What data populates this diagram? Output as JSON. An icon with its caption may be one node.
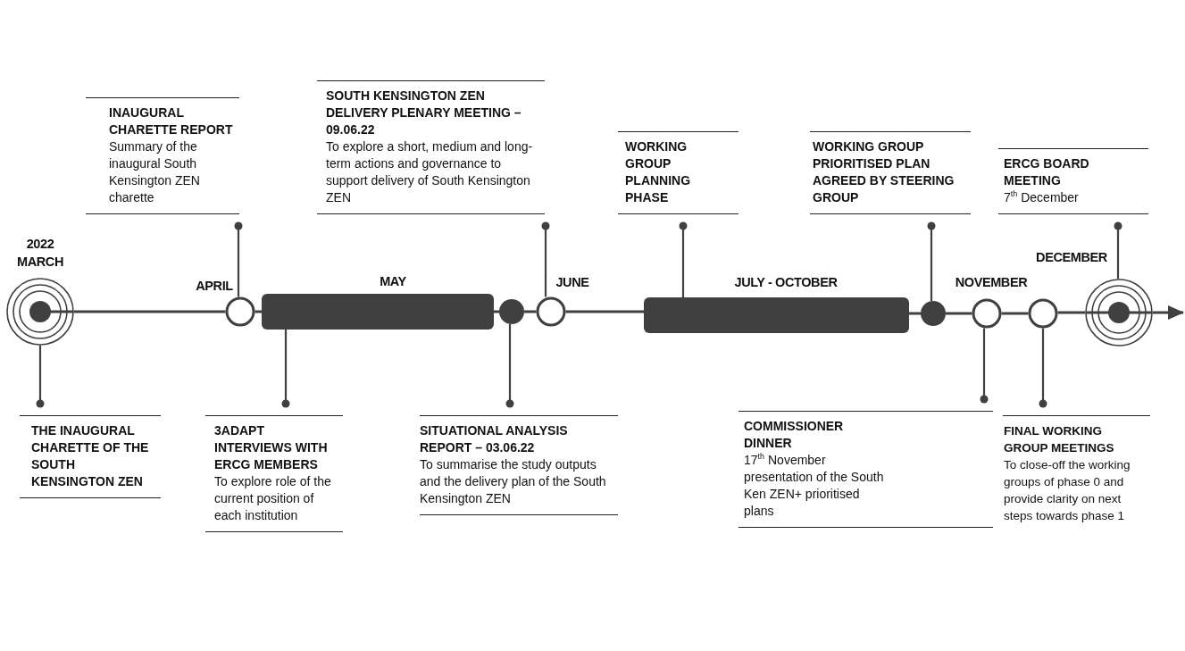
{
  "diagram": {
    "nodes": [
      {
        "text": [],
        "shape": "circle",
        "beside": [
          "2022",
          "MARCH"
        ]
      },
      {
        "text": [],
        "shape": "circle",
        "beside": [
          "APRIL"
        ]
      },
      {
        "text": [],
        "shape": "bar",
        "beside": [
          "MAY"
        ]
      },
      {
        "text": [],
        "shape": "circle"
      },
      {
        "text": [],
        "shape": "circle",
        "beside": [
          "JUNE"
        ]
      },
      {
        "text": [],
        "shape": "bar",
        "beside": [
          "JULY - OCTOBER"
        ]
      },
      {
        "text": [],
        "shape": "circle"
      },
      {
        "text": [],
        "shape": "circle"
      },
      {
        "text": [],
        "shape": "circle"
      },
      {
        "text": [],
        "shape": "circle",
        "beside": [
          "DECEMBER"
        ]
      },
      {
        "text": [
          "INAUGURAL CHARETTE REPORT",
          "Summary of the inaugural South Kensington ZEN charette"
        ]
      },
      {
        "text": [
          "SOUTH KENSINGTON ZEN DELIVERY PLENARY MEETING – 09.06.22",
          "To explore a short, medium and long-term actions and governance to support delivery of South Kensington ZEN"
        ]
      },
      {
        "text": [
          "WORKING GROUP PLANNING PHASE"
        ]
      },
      {
        "text": [
          "WORKING GROUP PRIORITISED PLAN AGREED BY STEERING GROUP"
        ]
      },
      {
        "text": [
          "ERCG BOARD MEETING",
          "7$^{th}$ December"
        ]
      },
      {
        "text": [
          "THE INAUGURAL CHARETTE OF THE SOUTH KENSINGTON ZEN"
        ]
      },
      {
        "text": [
          "3ADAPT INTERVIEWS WITH ERCG MEMBERS",
          "To explore role of the current position of each institution"
        ]
      },
      {
        "text": [
          "SITUATIONAL ANALYSIS REPORT – 03.06.22",
          "To summarise the study outputs and the delivery plan of the South Kensington ZEN"
        ]
      },
      {
        "text": [
          "COMMISSIONER DINNER",
          "17$^{th}$ November presentation of the South Ken ZEN+ prioritised plans"
        ]
      },
      {
        "text": [
          "FINAL WORKING GROUP MEETINGS",
          "To close-off the working groups of phase 0 and provide clarity on next steps towards phase 1"
        ]
      }
    ],
    "edges": [
      {
        "from": 0,
        "to": 1,
        "arrow": "none"
      },
      {
        "from": 1,
        "to": 2,
        "arrow": "none"
      },
      {
        "from": 2,
        "to": 3,
        "arrow": "none"
      },
      {
        "from": 3,
        "to": 4,
        "arrow": "none"
      },
      {
        "from": 4,
        "to": 5,
        "arrow": "none"
      },
      {
        "from": 5,
        "to": 6,
        "arrow": "none"
      },
      {
        "from": 6,
        "to": 7,
        "arrow": "none"
      },
      {
        "from": 7,
        "to": 8,
        "arrow": "none"
      },
      {
        "from": 8,
        "to": 9,
        "arrow": "none"
      },
      {
        "from": 9,
        "to": null,
        "arrow": "to"
      },
      {
        "from": 10,
        "to": 1,
        "arrow": "other"
      },
      {
        "from": 11,
        "to": 4,
        "arrow": "other"
      },
      {
        "from": 12,
        "to": 5,
        "arrow": "other"
      },
      {
        "from": 13,
        "to": 6,
        "arrow": "other"
      },
      {
        "from": 14,
        "to": 9,
        "arrow": "other"
      },
      {
        "from": 15,
        "to": 0,
        "arrow": "other"
      },
      {
        "from": 16,
        "to": 2,
        "arrow": "other"
      },
      {
        "from": 17,
        "to": 3,
        "arrow": "other"
      },
      {
        "from": 18,
        "to": 7,
        "arrow": "other"
      },
      {
        "from": 19,
        "to": 8,
        "arrow": "other"
      }
    ],
    "labels": [
      "NOVEMBER"
    ]
  }
}
